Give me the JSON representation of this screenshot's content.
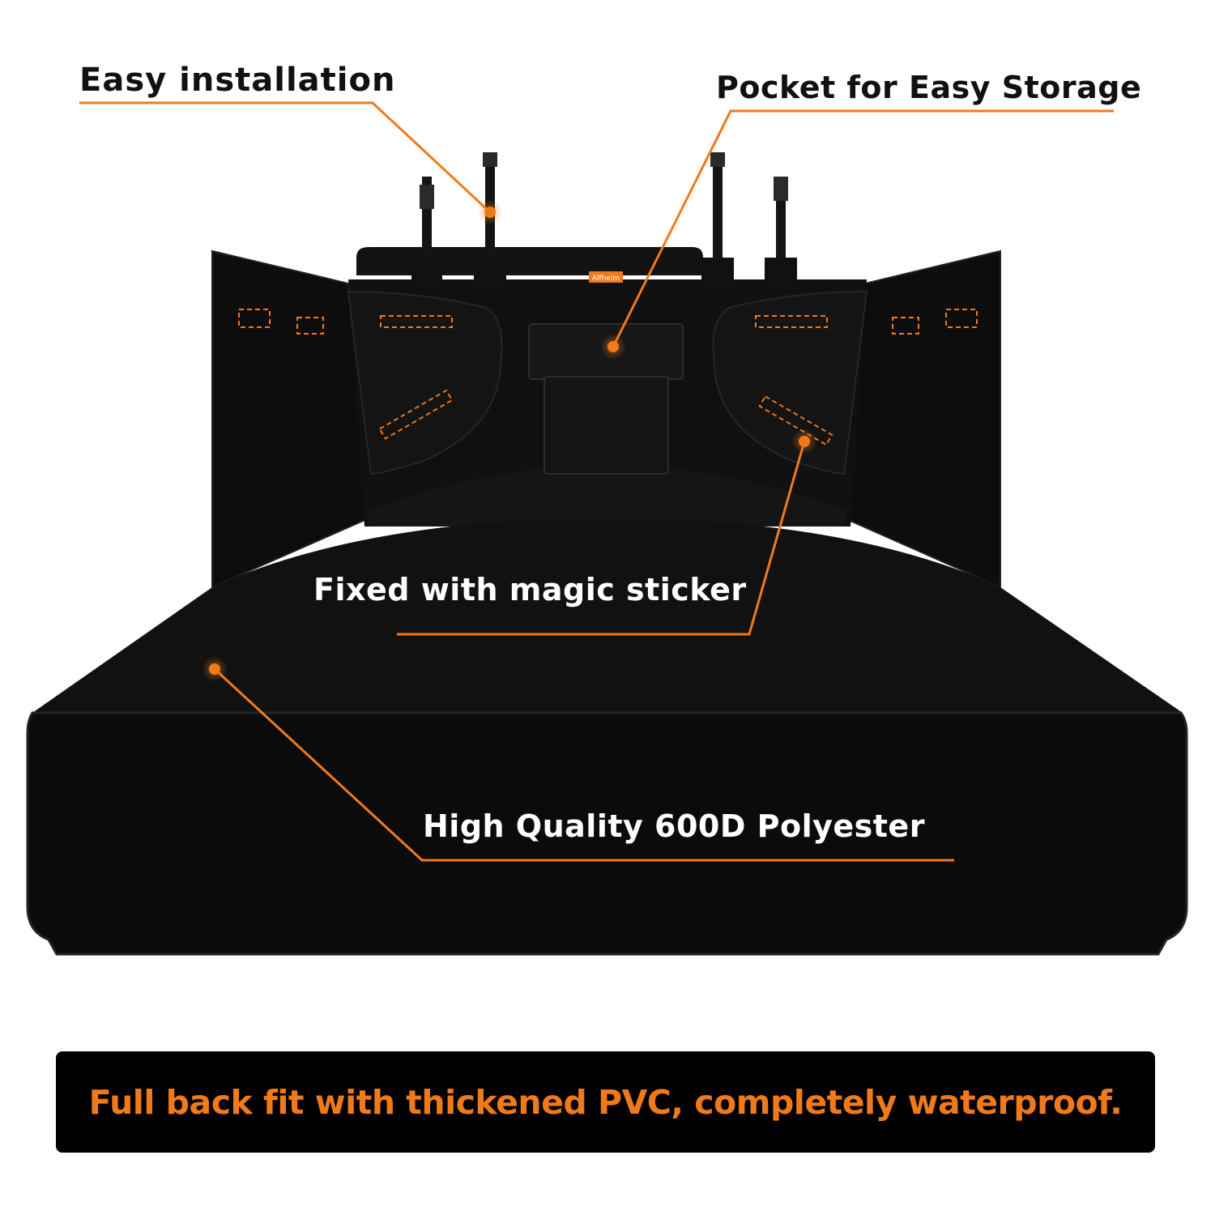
{
  "colors": {
    "accent": "#F07A1A",
    "product": "#0d0d0d",
    "product_mid": "#151515",
    "product_edge": "#2a2a2a",
    "text_dark": "#111111",
    "text_light": "#ffffff",
    "background": "#ffffff",
    "banner_bg": "#000000"
  },
  "callouts": {
    "easy_installation": "Easy installation",
    "pocket_storage": "Pocket for Easy Storage",
    "magic_sticker": "Fixed with magic sticker",
    "polyester": "High Quality 600D Polyester"
  },
  "brand_label": "Alfheim",
  "banner": {
    "text": "Full back fit with thickened PVC, completely waterproof."
  }
}
